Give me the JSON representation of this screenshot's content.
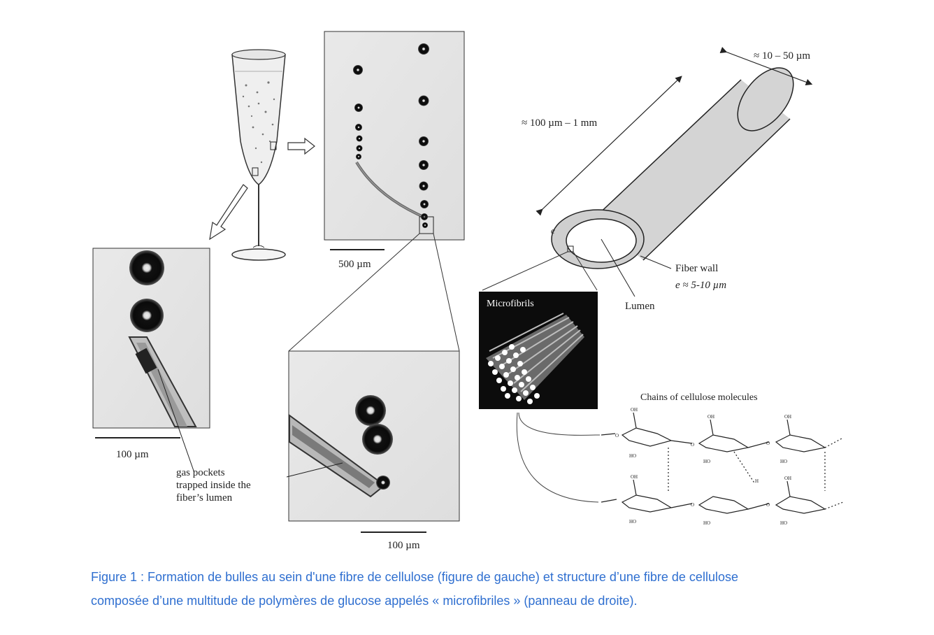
{
  "figure": {
    "scale_bar_main": "500 µm",
    "scale_bar_left": "100 µm",
    "scale_bar_center": "100 µm",
    "annotation_gas_pockets": [
      "gas pockets",
      "trapped inside the",
      "fiber’s lumen"
    ],
    "dim_diameter": "≈ 10 – 50 µm",
    "dim_length": "≈ 100 µm – 1 mm",
    "fiber_wall_label": "Fiber wall",
    "fiber_wall_thickness": "e ≈ 5-10 µm",
    "wall_symbol": "e",
    "lumen_label": "Lumen",
    "microfibrils_label": "Microfibrils",
    "chains_label": "Chains of cellulose molecules",
    "chem_labels": {
      "oh": "OH",
      "ho": "HO",
      "o": "O",
      "h": "H"
    }
  },
  "caption": {
    "line1": "Figure 1 : Formation de bulles au sein d'une fibre de cellulose (figure de gauche) et structure d’une fibre de cellulose",
    "line2": "composée d’une multitude de polymères de glucose appelés « microfibriles » (panneau de droite)."
  }
}
